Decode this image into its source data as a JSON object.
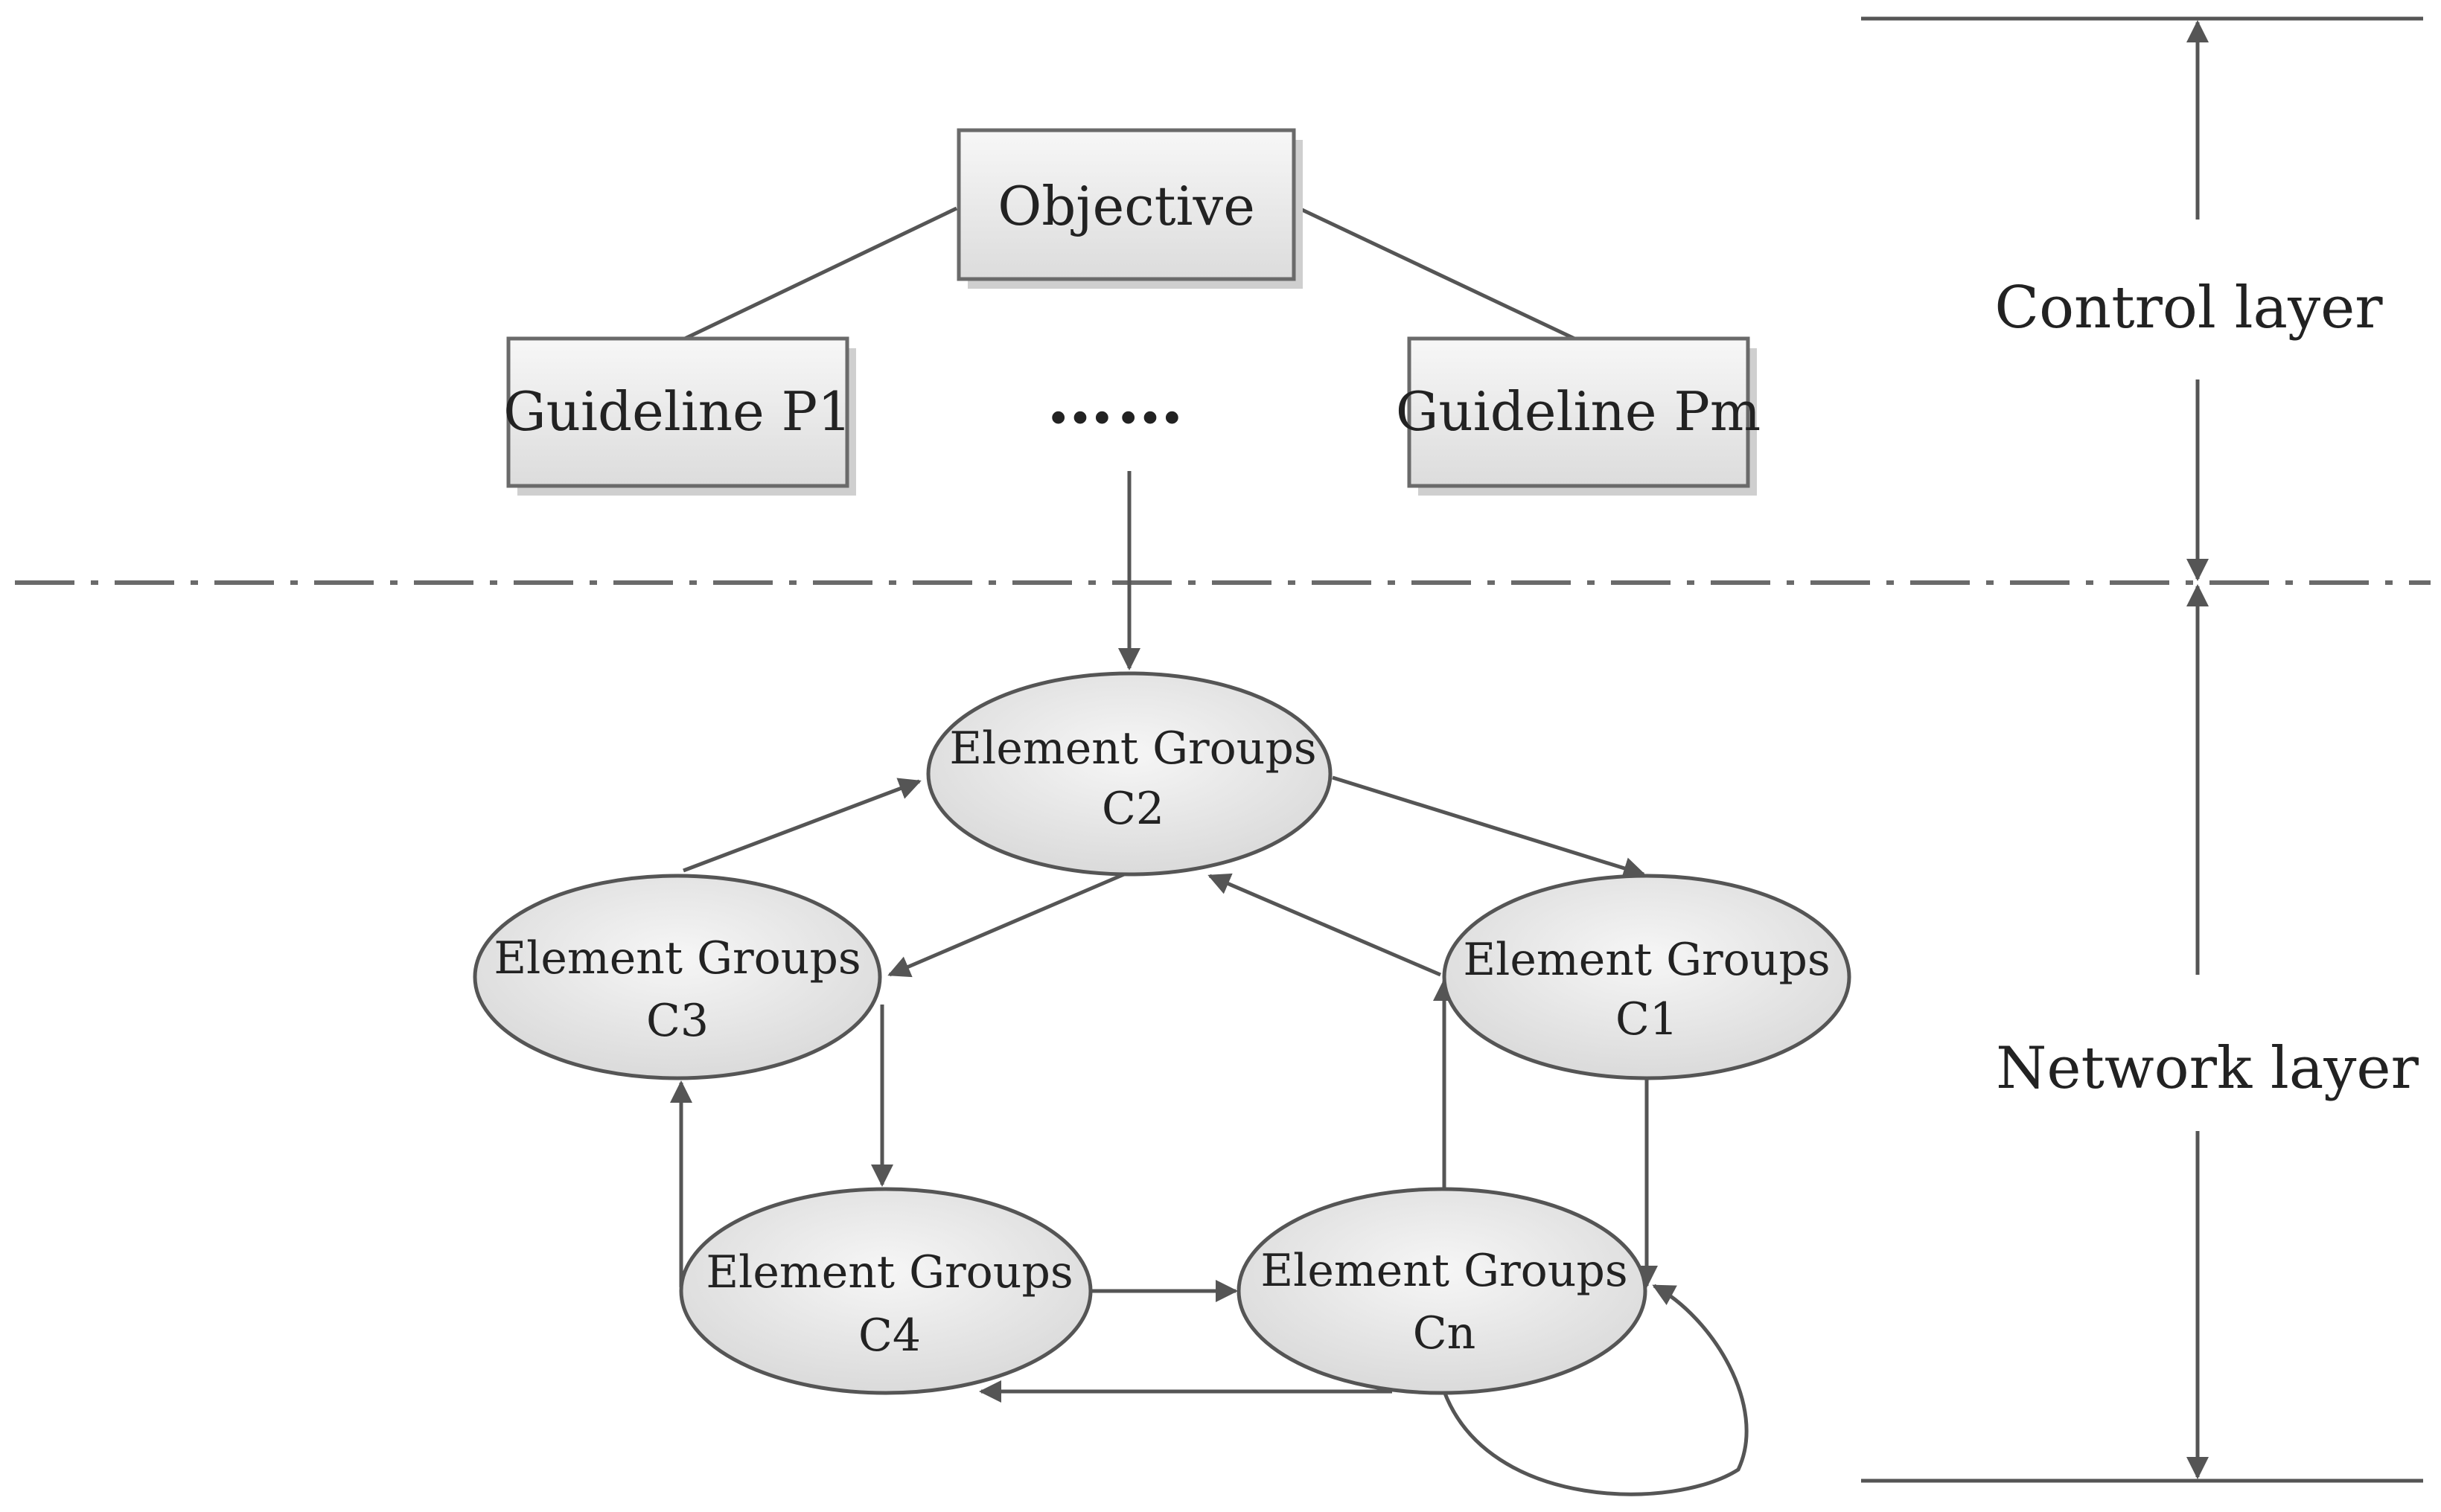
{
  "objective": {
    "label": "Objective"
  },
  "guidelines": [
    {
      "id": "p1",
      "label": "Guideline P1"
    },
    {
      "id": "pm",
      "label": "Guideline Pm"
    }
  ],
  "ellipsis": "……",
  "element_groups": [
    {
      "id": "c2",
      "line1": "Element Groups",
      "line2": "C2"
    },
    {
      "id": "c3",
      "line1": "Element Groups",
      "line2": "C3"
    },
    {
      "id": "c1",
      "line1": "Element Groups",
      "line2": "C1"
    },
    {
      "id": "c4",
      "line1": "Element Groups",
      "line2": "C4"
    },
    {
      "id": "cn",
      "line1": "Element Groups",
      "line2": "Cn"
    }
  ],
  "layers": {
    "control": "Control layer",
    "network": "Network layer"
  },
  "connections": [
    {
      "from": "objective",
      "to": "p1",
      "type": "line"
    },
    {
      "from": "objective",
      "to": "pm",
      "type": "line"
    },
    {
      "from": "control-layer",
      "to": "c2",
      "type": "arrow"
    },
    {
      "from": "c2",
      "to": "c1",
      "type": "arrow"
    },
    {
      "from": "c1",
      "to": "c2",
      "type": "arrow"
    },
    {
      "from": "c3",
      "to": "c2",
      "type": "arrow"
    },
    {
      "from": "c2",
      "to": "c3",
      "type": "arrow"
    },
    {
      "from": "c3",
      "to": "c4",
      "type": "arrow"
    },
    {
      "from": "c4",
      "to": "c3",
      "type": "arrow"
    },
    {
      "from": "c4",
      "to": "cn",
      "type": "arrow"
    },
    {
      "from": "cn",
      "to": "c4",
      "type": "arrow"
    },
    {
      "from": "cn",
      "to": "c1",
      "type": "arrow"
    },
    {
      "from": "c1",
      "to": "cn",
      "type": "arrow"
    },
    {
      "from": "cn",
      "to": "cn",
      "type": "self-loop"
    }
  ]
}
